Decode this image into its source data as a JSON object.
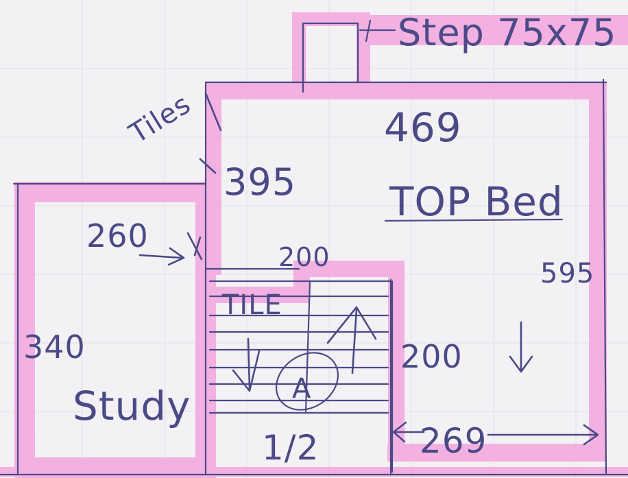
{
  "labels": {
    "step": "Step 75x75",
    "tiles": "Tiles",
    "tile": "TILE",
    "top_width": "469",
    "top_height": "395",
    "bed": "TOP Bed",
    "bed_depth": "595",
    "study_width": "260",
    "study_depth": "340",
    "study": "Study",
    "stair_width": "200",
    "stair_depth": "200",
    "landing": "1/2",
    "bottom_width": "269",
    "stair_marker": "A"
  },
  "colors": {
    "highlighter": "#f2a6de",
    "pencil": "#4b4a86",
    "paper": "#f3f1f4"
  }
}
